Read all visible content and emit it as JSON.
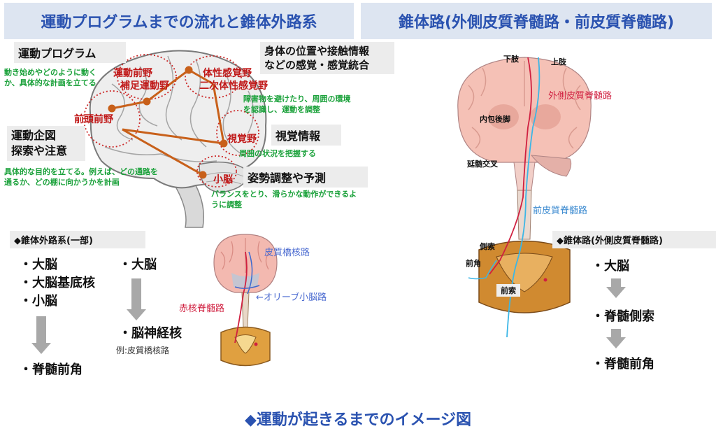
{
  "headers": {
    "left": "運動プログラムまでの流れと錐体外路系",
    "right": "錐体路(外側皮質脊髄路・前皮質脊髄路)"
  },
  "left_boxes": {
    "motor_program": "運動プログラム",
    "motor_program_desc": "動き始めやどのように動くか、具体的な計画を立てる",
    "planning": [
      "運動企図",
      "探索や注意"
    ],
    "planning_desc": "具体的な目的を立てる。例えば、どの通路を通るか、どの棚に向かうかを計画",
    "somatosensory": [
      "身体の位置や接触情報",
      "などの感覚・感覚統合"
    ],
    "somatosensory_desc": "障害物を避けたり、周囲の環境を認識し、運動を調整",
    "visual": "視覚情報",
    "visual_desc": "周囲の状況を把握する",
    "posture": "姿勢調整や予測",
    "posture_desc": "バランスをとり、滑らかな動作ができるように調整"
  },
  "brain_labels": {
    "premotor": "運動前野",
    "sma": "補足運動野",
    "prefrontal": "前頭前野",
    "somatosensory_area": "体性感覚野",
    "secondary_somatosensory": "二次体性感覚野",
    "visual_area": "視覚野",
    "cerebellum": "小脳"
  },
  "extrapyramidal": {
    "title": "◆錐体外路系(一部)",
    "col1": [
      "・大脳",
      "・大脳基底核",
      "・小脳"
    ],
    "col1_end": "・脊髄前角",
    "col2_start": "・大脳",
    "col2_end": "・脳神経核",
    "col2_example": "例:皮質橋核路",
    "tracts": {
      "corticopontine": "皮質橋核路",
      "olivocerebellar": "←オリーブ小脳路",
      "rubrospinal": "赤核脊髄路"
    }
  },
  "pyramidal": {
    "labels": {
      "lower_limb": "下肢",
      "upper_limb": "上肢",
      "lateral_cst": "外側皮質脊髄路",
      "internal_capsule": "内包後脚",
      "decussation": "延髄交叉",
      "anterior_cst": "前皮質脊髄路",
      "lateral_funiculus": "側索",
      "anterior_horn": "前角",
      "anterior_funiculus": "前索"
    },
    "title": "◆錐体路(外側皮質脊髄路)",
    "flow": [
      "・大脳",
      "・脊髄側索",
      "・脊髄前角"
    ]
  },
  "footer": "◆運動が起きるまでのイメージ図",
  "colors": {
    "header_bg": "#dde5f1",
    "header_text": "#2a52b0",
    "red_label": "#c01818",
    "green_text": "#1aa13a",
    "tract_red": "#d02040",
    "tract_blue": "#3bb6e6"
  }
}
